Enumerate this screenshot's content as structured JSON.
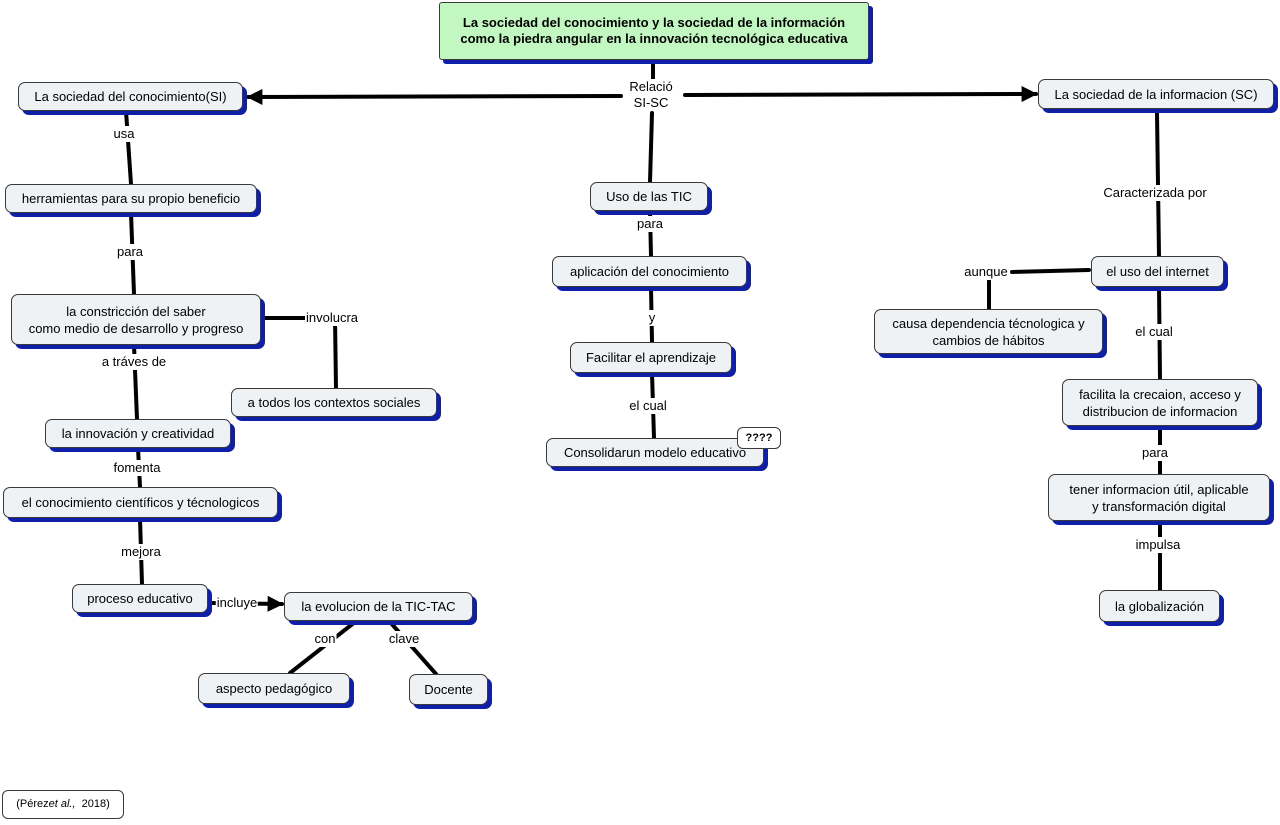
{
  "title": "La sociedad del conocimiento y la sociedad de la información como la piedra angular en la innovación tecnológica educativa",
  "nodes": {
    "si": "La sociedad del conocimiento(SI)",
    "sc": "La sociedad de la informacion (SC)",
    "herramientas": "herramientas para su propio beneficio",
    "constriccion": "la constricción del saber\ncomo medio de desarrollo y progreso",
    "contextos": "a todos los contextos sociales",
    "innovacion": "la innovación y creatividad",
    "conocimiento_cientifico": "el conocimiento científicos y técnologicos",
    "proceso": "proceso educativo",
    "evolucion": "la evolucion de la TIC-TAC",
    "pedagogico": "aspecto pedagógico",
    "docente": "Docente",
    "uso_tic": "Uso de las TIC",
    "aplicacion": "aplicación del conocimiento",
    "facilitar": "Facilitar el aprendizaje",
    "consolidar": "Consolidarun modelo educativo",
    "interrogacion": "????",
    "internet": "el uso del internet",
    "dependencia": "causa dependencia técnologica y\ncambios de hábitos",
    "facilita": "facilita la crecaion, acceso y\ndistribucion de informacion",
    "tener": "tener informacion útil, aplicable\ny transformación digital",
    "globalizacion": "la globalización"
  },
  "labels": {
    "relacion": "Relació\nSI-SC",
    "usa": "usa",
    "para_1": "para",
    "involucra": "involucra",
    "a_traves": "a tráves de",
    "fomenta": "fomenta",
    "mejora": "mejora",
    "incluye": "incluye",
    "con": "con",
    "clave": "clave",
    "para_2": "para",
    "y": "y",
    "el_cual_1": "el cual",
    "caracterizada": "Caracterizada por",
    "aunque": "aunque",
    "el_cual_2": "el cual",
    "para_3": "para",
    "impulsa": "impulsa"
  },
  "citation": {
    "prefix": "(Pérez ",
    "etal": "et al.,",
    "suffix": "  2018)"
  },
  "colors": {
    "title_fill": "#c2f7c2",
    "node_fill": "#eef2f4",
    "shadow": "#0f1fa8",
    "line": "#000000"
  }
}
